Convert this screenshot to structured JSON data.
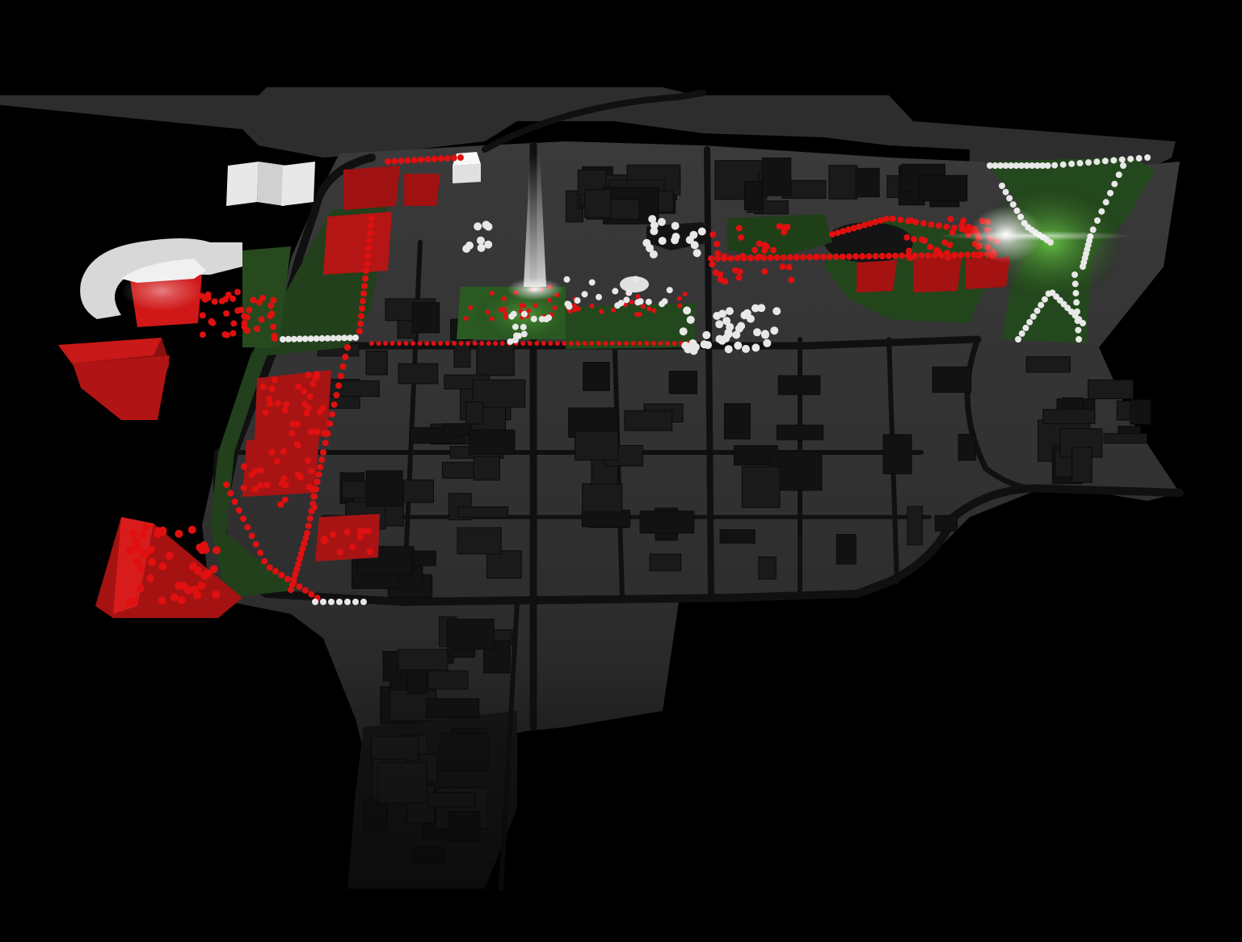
{
  "map": {
    "background_color": "#000000",
    "colors": {
      "ground": "#3a3a3a",
      "road": "#141414",
      "building": "#1c1c1c",
      "highlight_building": "#c01818",
      "highlight_building_top": "#e02020",
      "green_space": "#2c5a24",
      "tree_red": "#e01010",
      "tree_white": "#e8e8e8",
      "light_glow": "#ffffff"
    },
    "layers": [
      "ground",
      "roads",
      "buildings",
      "green-spaces",
      "highlighted-buildings",
      "trees",
      "light-beams"
    ]
  }
}
